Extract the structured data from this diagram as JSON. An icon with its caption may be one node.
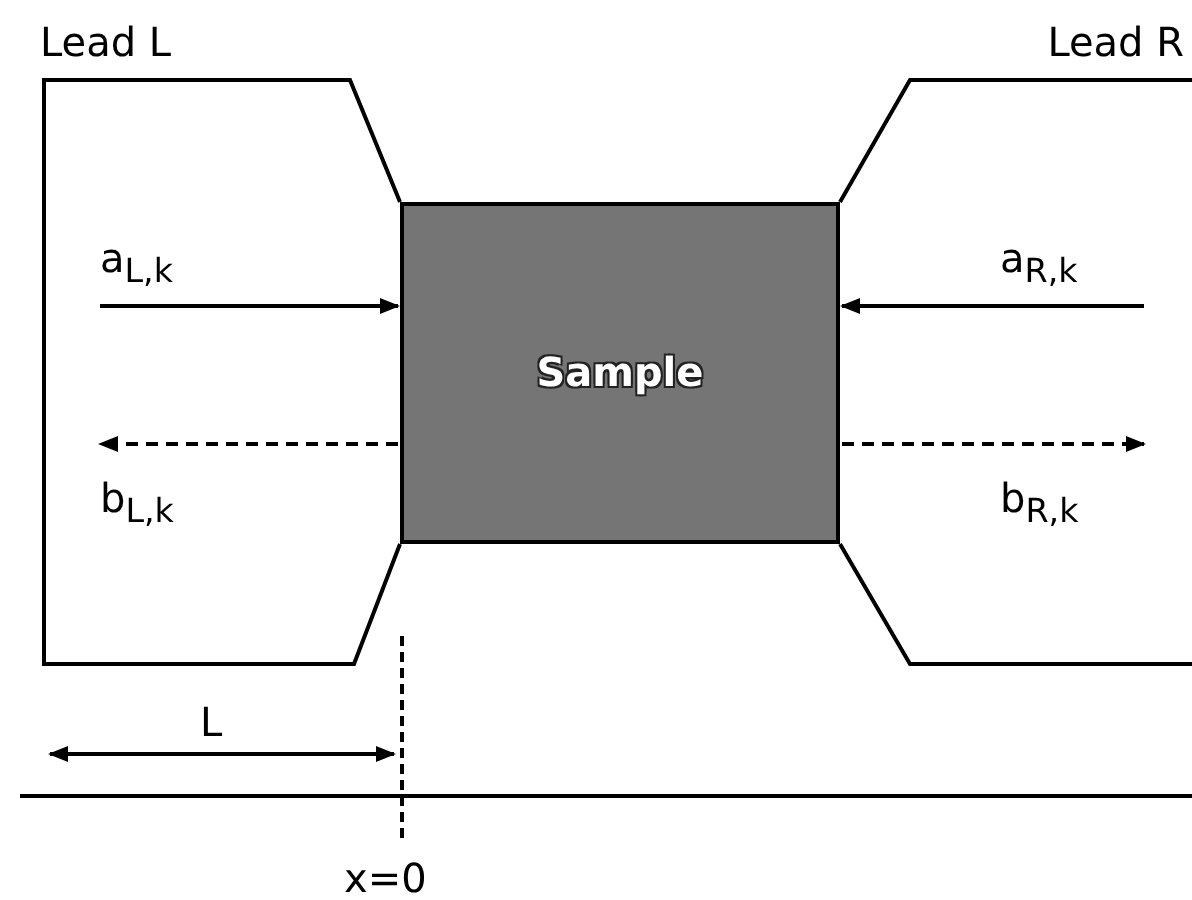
{
  "diagram": {
    "nodes": [
      {
        "text": [
          "Lead L"
        ]
      },
      {
        "text": [
          "Sample"
        ]
      },
      {
        "text": [
          "Lead R"
        ]
      }
    ],
    "edges": [
      {
        "from": 0,
        "to": 1,
        "arrow": "to",
        "label": "a$_{L,k}$"
      },
      {
        "from": 1,
        "to": 0,
        "arrow": "to",
        "label": "b$_{L,k}$",
        "style": "dashed"
      },
      {
        "from": 2,
        "to": 1,
        "arrow": "to",
        "label": "a$_{R,k}$"
      },
      {
        "from": 1,
        "to": 2,
        "arrow": "to",
        "label": "b$_{R,k}$",
        "style": "dashed"
      }
    ],
    "labels": [
      "L",
      "x=0"
    ]
  }
}
